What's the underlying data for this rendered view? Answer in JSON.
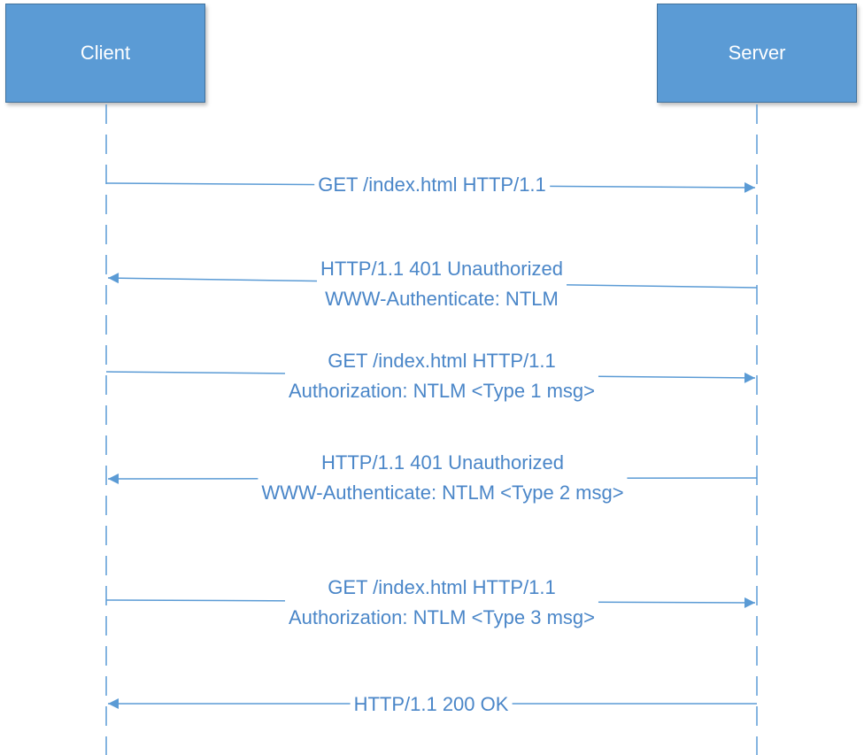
{
  "actors": {
    "client": "Client",
    "server": "Server"
  },
  "colors": {
    "actor_fill": "#5b9bd5",
    "line": "#5b9bd5",
    "text": "#4a86c8"
  },
  "messages": [
    {
      "direction": "client-to-server",
      "lines": [
        "GET /index.html HTTP/1.1"
      ]
    },
    {
      "direction": "server-to-client",
      "lines": [
        "HTTP/1.1 401 Unauthorized",
        "WWW-Authenticate: NTLM"
      ]
    },
    {
      "direction": "client-to-server",
      "lines": [
        "GET /index.html HTTP/1.1",
        "Authorization: NTLM <Type 1 msg>"
      ]
    },
    {
      "direction": "server-to-client",
      "lines": [
        "HTTP/1.1 401 Unauthorized",
        "WWW-Authenticate: NTLM <Type 2 msg>"
      ]
    },
    {
      "direction": "client-to-server",
      "lines": [
        "GET /index.html HTTP/1.1",
        "Authorization: NTLM <Type 3 msg>"
      ]
    },
    {
      "direction": "server-to-client",
      "lines": [
        "HTTP/1.1 200 OK"
      ]
    }
  ]
}
